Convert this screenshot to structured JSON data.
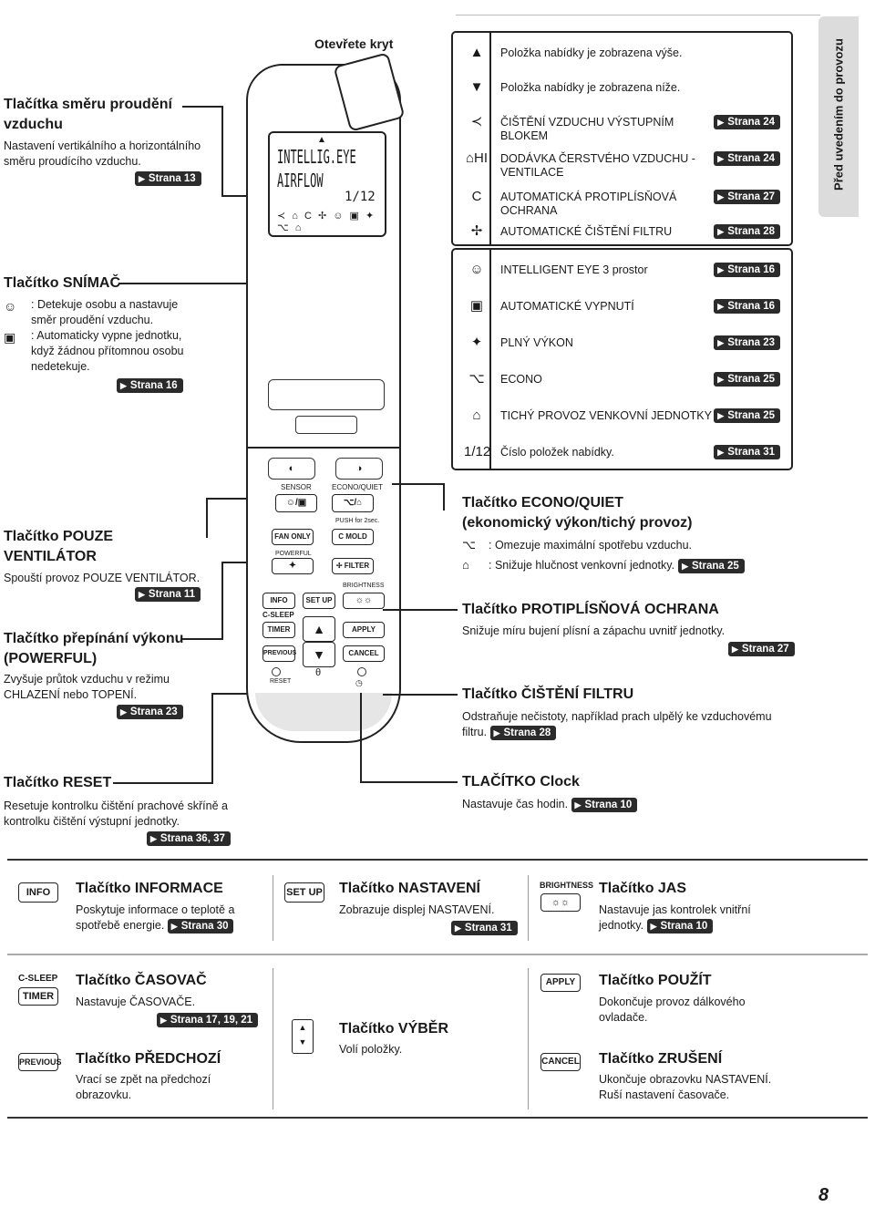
{
  "side_tab": "Před uvedením do provozu",
  "page_number": "8",
  "open_cover": "Otevřete kryt",
  "airflow": {
    "title": "Tlačítka směru proudění vzduchu",
    "desc": "Nastavení vertikálního a horizontálního směru proudícího vzduchu.",
    "badge": "Strana 13"
  },
  "sensor_btn": {
    "title": "Tlačítko SNÍMAČ",
    "item1": "Detekuje osobu a nastavuje směr proudění vzduchu.",
    "item2": "Automaticky vypne jednotku, když žádnou přítomnou osobu nedetekuje.",
    "badge": "Strana 16"
  },
  "fan_only": {
    "title": "Tlačítko POUZE VENTILÁTOR",
    "desc": "Spouští provoz POUZE VENTILÁTOR.",
    "badge": "Strana 11"
  },
  "powerful": {
    "title": "Tlačítko přepínání výkonu (POWERFUL)",
    "desc": "Zvyšuje průtok vzduchu v režimu CHLAZENÍ nebo TOPENÍ.",
    "badge": "Strana 23"
  },
  "reset": {
    "title": "Tlačítko RESET",
    "desc": "Resetuje kontrolku čištění prachové skříně a kontrolku čištění výstupní jednotky.",
    "badge": "Strana 36, 37"
  },
  "menu": [
    {
      "icon": "▲",
      "label": "Položka nabídky je zobrazena výše.",
      "badge": ""
    },
    {
      "icon": "▼",
      "label": "Položka nabídky je zobrazena níže.",
      "badge": ""
    },
    {
      "icon": "≺",
      "label": "ČIŠTĚNÍ VZDUCHU VÝSTUPNÍM BLOKEM",
      "badge": "Strana 24"
    },
    {
      "icon": "⌂HI",
      "label": "DODÁVKA ČERSTVÉHO VZDUCHU - VENTILACE",
      "badge": "Strana 24"
    },
    {
      "icon": "C",
      "label": "AUTOMATICKÁ PROTIPLÍSŇOVÁ OCHRANA",
      "badge": "Strana 27"
    },
    {
      "icon": "✢",
      "label": "AUTOMATICKÉ ČIŠTĚNÍ FILTRU",
      "badge": "Strana 28"
    }
  ],
  "menu2": [
    {
      "icon": "☺",
      "label": "INTELLIGENT EYE 3 prostor",
      "badge": "Strana 16"
    },
    {
      "icon": "▣",
      "label": "AUTOMATICKÉ VYPNUTÍ",
      "badge": "Strana 16"
    },
    {
      "icon": "✦",
      "label": "PLNÝ VÝKON",
      "badge": "Strana 23"
    },
    {
      "icon": "⌥",
      "label": "ECONO",
      "badge": "Strana 25"
    },
    {
      "icon": "⌂",
      "label": "TICHÝ PROVOZ VENKOVNÍ JEDNOTKY",
      "badge": "Strana 25"
    },
    {
      "icon": "1/12",
      "label": "Číslo položek nabídky.",
      "badge": "Strana 31"
    }
  ],
  "econo": {
    "title1": "Tlačítko ECONO/QUIET",
    "title2": "(ekonomický výkon/tichý provoz)",
    "item1": "Omezuje maximální spotřebu vzduchu.",
    "item2": "Snižuje hlučnost venkovní jednotky.",
    "badge": "Strana 25"
  },
  "mold": {
    "title": "Tlačítko PROTIPLÍSŇOVÁ OCHRANA",
    "desc": "Snižuje míru bujení plísní a zápachu uvnitř jednotky.",
    "badge": "Strana 27"
  },
  "filter": {
    "title": "Tlačítko ČIŠTĚNÍ FILTRU",
    "desc": "Odstraňuje nečistoty, například prach ulpělý ke vzduchovému filtru.",
    "badge": "Strana 28"
  },
  "clock": {
    "title": "TLAČÍTKO Clock",
    "desc": "Nastavuje čas hodin.",
    "badge": "Strana 10"
  },
  "remote": {
    "lcd1": "INTELLIG.EYE",
    "lcd2": "AIRFLOW",
    "lcd3": "1/12",
    "sensor": "SENSOR",
    "econo_quiet": "ECONO/QUIET",
    "push": "PUSH for 2sec.",
    "fan_only": "FAN ONLY",
    "mold": "MOLD",
    "powerful": "POWERFUL",
    "filter": "FILTER",
    "brightness": "BRIGHTNESS",
    "info": "INFO",
    "setup": "SET UP",
    "sleep": "C-SLEEP",
    "timer": "TIMER",
    "apply": "APPLY",
    "previous": "PREVIOUS",
    "cancel": "CANCEL",
    "reset": "RESET"
  },
  "bottom": {
    "info": {
      "key": "INFO",
      "title": "Tlačítko INFORMACE",
      "desc": "Poskytuje informace o teplotě a spotřebě energie.",
      "badge": "Strana 30"
    },
    "setup": {
      "key": "SET UP",
      "title": "Tlačítko NASTAVENÍ",
      "desc": "Zobrazuje displej NASTAVENÍ.",
      "badge": "Strana 31"
    },
    "brightness": {
      "key": "BRIGHTNESS",
      "title": "Tlačítko JAS",
      "desc": "Nastavuje jas kontrolek vnitřní jednotky.",
      "badge": "Strana 10"
    },
    "timer": {
      "key1": "C-SLEEP",
      "key2": "TIMER",
      "title": "Tlačítko ČASOVAČ",
      "desc": "Nastavuje ČASOVAČE.",
      "badge": "Strana 17, 19, 21"
    },
    "select": {
      "title": "Tlačítko VÝBĚR",
      "desc": "Volí položky."
    },
    "apply": {
      "key": "APPLY",
      "title": "Tlačítko POUŽÍT",
      "desc": "Dokončuje provoz dálkového ovladače."
    },
    "previous": {
      "key": "PREVIOUS",
      "title": "Tlačítko PŘEDCHOZÍ",
      "desc": "Vrací se zpět na předchozí obrazovku."
    },
    "cancel": {
      "key": "CANCEL",
      "title": "Tlačítko ZRUŠENÍ",
      "desc": "Ukončuje obrazovku NASTAVENÍ. Ruší nastavení časovače."
    }
  }
}
